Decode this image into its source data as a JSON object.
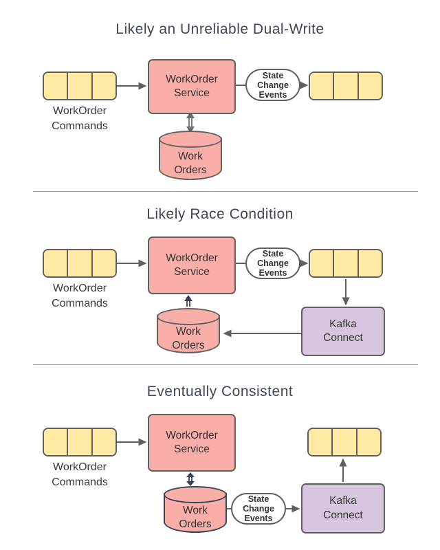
{
  "colors": {
    "queue-fill": "#FFE9A3",
    "node-fill": "#F9AEA8",
    "kafka-fill": "#D8C5E0",
    "oval-fill": "#FFFFFF",
    "stroke": "#606060",
    "navy": "#36415A",
    "title-color": "#3F4756",
    "text-color": "#333333",
    "label-color": "#3C3C3C",
    "divider": "#979797",
    "bg": "#FFFFFF"
  },
  "sections": [
    {
      "title": "Likely an Unreliable Dual-Write",
      "queue_in_label": "WorkOrder\nCommands",
      "service_label": "WorkOrder\nService",
      "events_label": "State\nChange\nEvents",
      "datastore_label": "Work\nOrders"
    },
    {
      "title": "Likely Race Condition",
      "queue_in_label": "WorkOrder\nCommands",
      "service_label": "WorkOrder\nService",
      "events_label": "State\nChange\nEvents",
      "datastore_label": "Work\nOrders",
      "kafka_label": "Kafka\nConnect"
    },
    {
      "title": "Eventually Consistent",
      "queue_in_label": "WorkOrder\nCommands",
      "service_label": "WorkOrder\nService",
      "events_label": "State\nChange\nEvents",
      "datastore_label": "Work\nOrders",
      "kafka_label": "Kafka\nConnect"
    }
  ]
}
